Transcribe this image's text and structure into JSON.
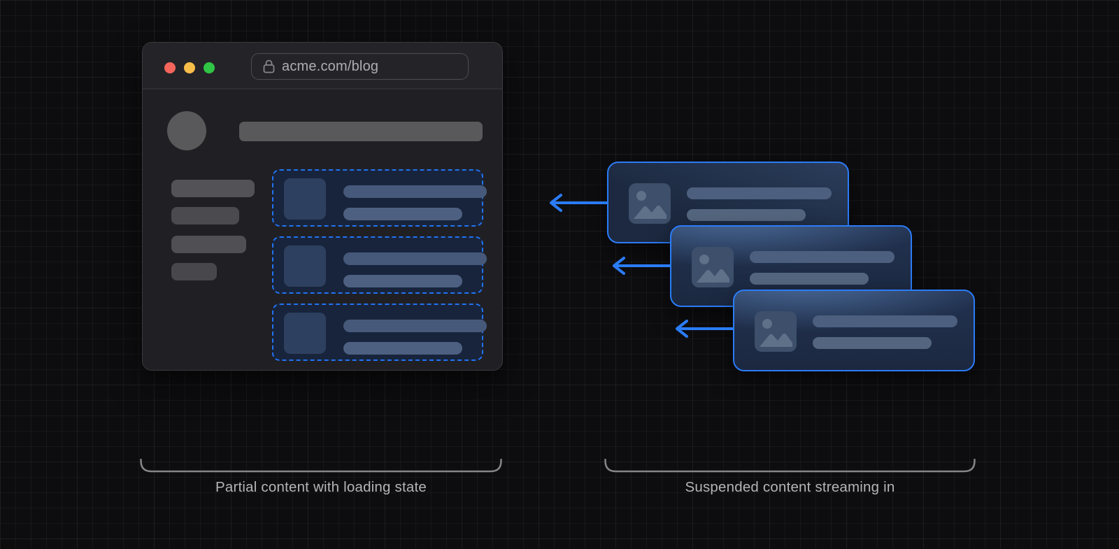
{
  "diagram": {
    "title": "streaming-content-diagram",
    "captions": {
      "left": "Partial content with loading state",
      "right": "Suspended content streaming in"
    }
  },
  "browser": {
    "url": "acme.com/blog",
    "traffic_lights": [
      {
        "name": "close-light",
        "color": "#f4655c"
      },
      {
        "name": "minimize-light",
        "color": "#f6bd4a"
      },
      {
        "name": "maximize-light",
        "color": "#31c546"
      }
    ],
    "skeleton": {
      "sidebar_bar_count": 4,
      "loading_card_count": 3
    }
  },
  "stream": {
    "card_count": 3,
    "arrow_direction": "left"
  },
  "icons": {
    "lock": "lock-icon",
    "image_placeholder": "image-placeholder-icon",
    "arrow": "arrow-left-icon"
  },
  "colors": {
    "accent_blue": "#2b7cf8",
    "dashed_border_blue": "#2273f2",
    "card_navy": "#1c2940",
    "card_glow": "#74a5e4",
    "skeleton_gray": "#59595c",
    "bracket_gray": "#85858a",
    "caption_gray": "#b4b4b9",
    "background": "#0d0d0f"
  }
}
